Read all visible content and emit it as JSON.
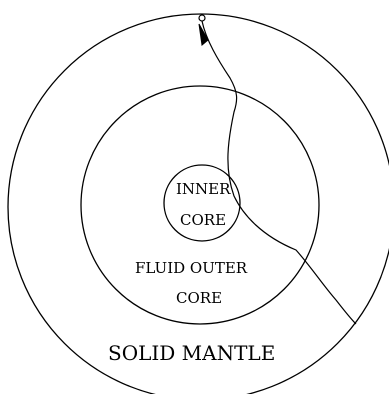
{
  "diagram": {
    "labels": {
      "inner_core_line1": "INNER",
      "inner_core_line2": "CORE",
      "outer_core_line1": "FLUID OUTER",
      "outer_core_line2": "CORE",
      "mantle": "SOLID MANTLE"
    },
    "colors": {
      "stroke": "#000000",
      "background": "#ffffff"
    },
    "layers": [
      "solid-mantle",
      "fluid-outer-core",
      "inner-core"
    ],
    "markers": [
      "source-icon",
      "ray-arrow-icon"
    ]
  }
}
